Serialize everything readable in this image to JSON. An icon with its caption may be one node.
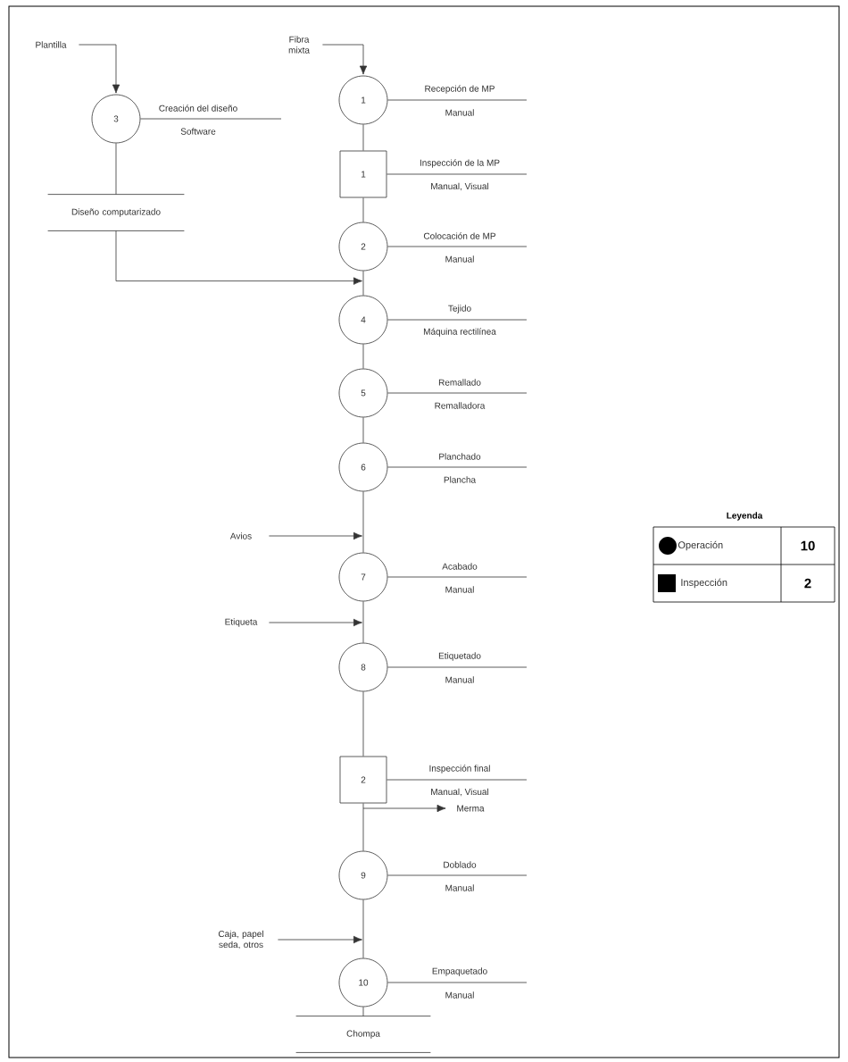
{
  "diagram": {
    "nodes": [
      {
        "text": [
          "Plantilla"
        ]
      },
      {
        "text": [
          "3"
        ],
        "beside": [
          "Creación del diseño",
          "Software"
        ]
      },
      {
        "text": [
          "Diseño computarizado"
        ]
      },
      {
        "text": [
          "Fibra mixta"
        ]
      },
      {
        "text": [
          "1"
        ],
        "beside": [
          "Recepción de MP",
          "Manual"
        ]
      },
      {
        "text": [
          "1"
        ],
        "beside": [
          "Inspección de la MP",
          "Manual, Visual"
        ]
      },
      {
        "text": [
          "2"
        ],
        "beside": [
          "Colocación de MP",
          "Manual"
        ]
      },
      {
        "text": [
          "4"
        ],
        "beside": [
          "Tejido",
          "Máquina rectilínea"
        ]
      },
      {
        "text": [
          "5"
        ],
        "beside": [
          "Remallado",
          "Remalladora"
        ]
      },
      {
        "text": [
          "6"
        ],
        "beside": [
          "Planchado",
          "Plancha"
        ]
      },
      {
        "text": [
          "Avios"
        ]
      },
      {
        "text": [
          "7"
        ],
        "beside": [
          "Acabado",
          "Manual"
        ]
      },
      {
        "text": [
          "Etiqueta"
        ]
      },
      {
        "text": [
          "8"
        ],
        "beside": [
          "Etiquetado",
          "Manual"
        ]
      },
      {
        "text": [
          "2"
        ],
        "beside": [
          "Inspección final",
          "Manual, Visual"
        ]
      },
      {
        "text": [
          "Merma"
        ]
      },
      {
        "text": [
          "9"
        ],
        "beside": [
          "Doblado",
          "Manual"
        ]
      },
      {
        "text": [
          "Caja, papel seda, otros"
        ]
      },
      {
        "text": [
          "10"
        ],
        "beside": [
          "Empaquetado",
          "Manual"
        ]
      },
      {
        "text": [
          "Chompa"
        ]
      }
    ],
    "edges": [
      {
        "from": 0,
        "to": 1,
        "arrow": "to"
      },
      {
        "from": 1,
        "to": 2,
        "arrow": "none"
      },
      {
        "from": 2,
        "to": 7,
        "arrow": "to"
      },
      {
        "from": 3,
        "to": 4,
        "arrow": "to"
      },
      {
        "from": 4,
        "to": 5,
        "arrow": "none"
      },
      {
        "from": 5,
        "to": 6,
        "arrow": "none"
      },
      {
        "from": 6,
        "to": 7,
        "arrow": "none"
      },
      {
        "from": 7,
        "to": 8,
        "arrow": "none"
      },
      {
        "from": 8,
        "to": 9,
        "arrow": "none"
      },
      {
        "from": 9,
        "to": 11,
        "arrow": "none"
      },
      {
        "from": 10,
        "to": 11,
        "arrow": "to"
      },
      {
        "from": 11,
        "to": 13,
        "arrow": "none"
      },
      {
        "from": 12,
        "to": 13,
        "arrow": "to"
      },
      {
        "from": 13,
        "to": 14,
        "arrow": "none"
      },
      {
        "from": 14,
        "to": 15,
        "arrow": "to"
      },
      {
        "from": 14,
        "to": 16,
        "arrow": "none"
      },
      {
        "from": 16,
        "to": 18,
        "arrow": "none"
      },
      {
        "from": 17,
        "to": 18,
        "arrow": "to"
      },
      {
        "from": 18,
        "to": 19,
        "arrow": "none"
      }
    ],
    "labels": [
      "Leyenda",
      "10",
      "2"
    ],
    "legend": [
      {
        "text": "Operación"
      },
      {
        "text": "Inspección"
      }
    ]
  }
}
